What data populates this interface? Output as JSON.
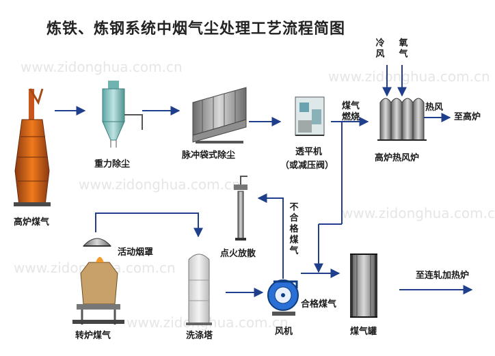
{
  "title": "炼铁、炼钢系统中烟气尘处理工艺流程简图",
  "watermark": "www.zidonghua.com.cn",
  "colors": {
    "arrow": "#1f3f8c",
    "text": "#1a1a1a"
  },
  "nodes": {
    "blast_furnace_gas": "高炉煤气",
    "gravity_dust": "重力除尘",
    "pulse_bag_dust": "脉冲袋式除尘",
    "trt": "透平机",
    "trt_note": "（或减压阀）",
    "hot_stove": "高炉热风炉",
    "ignition": "点火放散",
    "hood": "活动烟罩",
    "converter_gas": "转炉煤气",
    "scrubber": "洗涤塔",
    "fan": "风机",
    "gas_tank": "煤气罐"
  },
  "flow_labels": {
    "cold_air": "冷风",
    "oxygen": "氧气",
    "gas_combust": "煤气燃烧",
    "hot_air": "热风",
    "to_bf": "至高炉",
    "unqualified": "不合格煤气",
    "qualified": "合格煤气",
    "to_rolling": "至连轧加热炉"
  }
}
